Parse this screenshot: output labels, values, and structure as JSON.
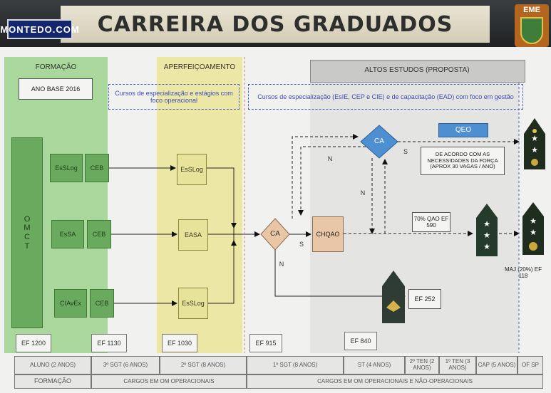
{
  "header": {
    "title": "CARREIRA DOS GRADUADOS",
    "logo_text": "MONTEDO.COM",
    "emblem_text": "EME"
  },
  "sections": {
    "formacao": "FORMAÇÃO",
    "aperfeicoamento": "APERFEIÇOAMENTO",
    "altos_estudos": "ALTOS ESTUDOS (PROPOSTA)"
  },
  "notes": {
    "ano_base": "ANO BASE 2016",
    "cursos_operacional": "Cursos de especialização e estágios com foco operacional",
    "cursos_gestao": "Cursos de especialização (EsIE, CEP e CIE) e de capacitação (EAD) com foco em gestão",
    "necessidades": "DE ACORDO COM AS NECESSIDADES DA FORÇA (APROX 30 VAGAS / ANO)",
    "qao": "70% QAO EF 590",
    "maj": "MAJ (20%) EF 118",
    "ef252": "EF 252"
  },
  "boxes": {
    "omct": "O M C T",
    "eslog1": "EsSLog",
    "ceb1": "CEB",
    "essa": "EsSA",
    "ceb2": "CEB",
    "ciavex": "CIAvEx",
    "ceb3": "CEB",
    "aperf_eslog1": "EsSLog",
    "aperf_easa": "EASA",
    "aperf_eslog2": "EsSLog",
    "chqao": "CHQAO",
    "qeo": "QEO"
  },
  "decisions": {
    "ca_mid": "CA",
    "ca_top": "CA",
    "n1": "N",
    "s1": "S",
    "n2": "N",
    "n3": "N",
    "s2": "S"
  },
  "ef_values": [
    "EF 1200",
    "EF 1130",
    "EF 1030",
    "EF 915",
    "EF 840"
  ],
  "bottom_row1": [
    "ALUNO (2 ANOS)",
    "3º SGT (6 ANOS)",
    "2º SGT (8 ANOS)",
    "1º SGT (8 ANOS)",
    "ST (4 ANOS)",
    "2º TEN (2 ANOS)",
    "1º TEN (3 ANOS)",
    "CAP (5 ANOS)",
    "OF SP"
  ],
  "bottom_row2": [
    "FORMAÇÃO",
    "CARGOS EM OM OPERACIONAIS",
    "CARGOS EM OM OPERACIONAIS E NÃO-OPERACIONAIS"
  ]
}
